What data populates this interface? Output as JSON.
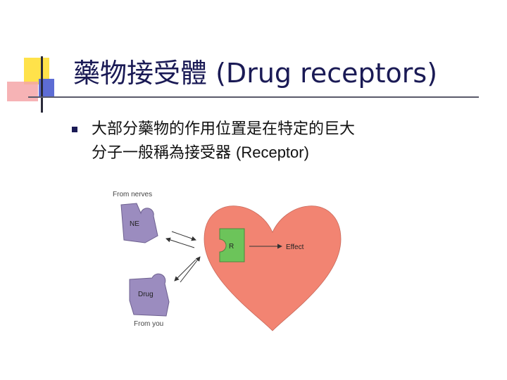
{
  "title": {
    "chinese": "藥物接受體",
    "english": "(Drug receptors)"
  },
  "bullet": {
    "line1": "大部分藥物的作用位置是在特定的巨大",
    "line2_chinese": "分子一般稱為接受器",
    "line2_english": "(Receptor)"
  },
  "figure": {
    "top_label": "From nerves",
    "ne_label": "NE",
    "drug_label": "Drug",
    "bottom_label": "From you",
    "receptor_label": "R",
    "effect_label": "Effect",
    "colors": {
      "heart": "#f28472",
      "receptor": "#6cc45a",
      "puzzle": "#9b8cbf"
    }
  },
  "colors": {
    "title": "#1a1a55",
    "deco_yellow": "#ffe24a",
    "deco_pink": "#f4a6a8",
    "deco_blue": "#5d6cd4"
  }
}
